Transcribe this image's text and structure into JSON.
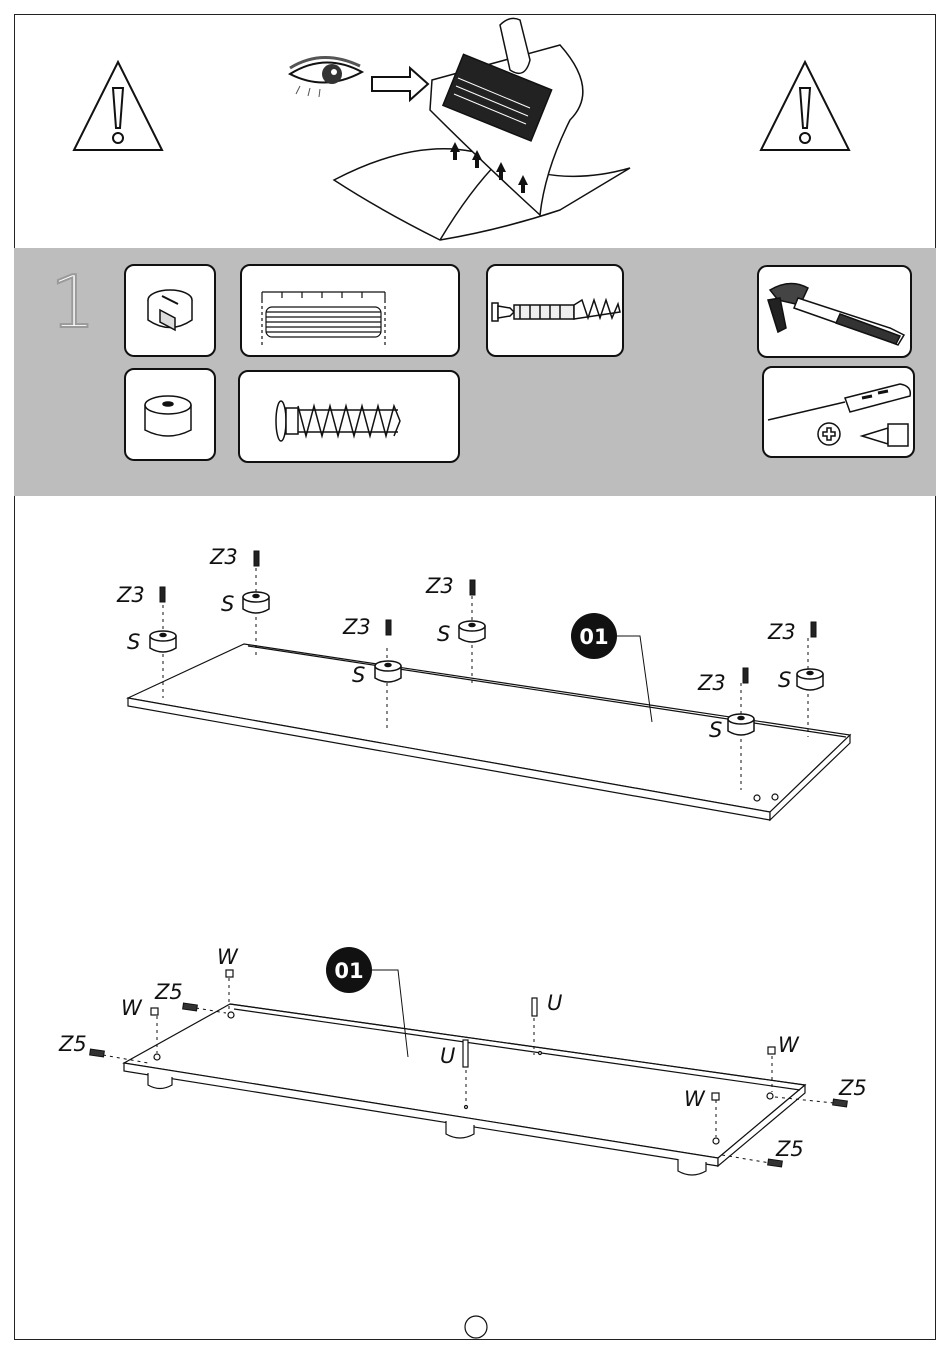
{
  "step": {
    "number": "1"
  },
  "parts": [
    {
      "name": "cam-lock"
    },
    {
      "name": "wooden-dowel"
    },
    {
      "name": "cam-bolt"
    },
    {
      "name": "plastic-spacer"
    },
    {
      "name": "screw"
    }
  ],
  "tools": [
    "hammer",
    "screwdriver"
  ],
  "diagram_top": {
    "panel_badge": "01",
    "labels": {
      "z3_1": "Z3",
      "s_1": "S",
      "z3_2": "Z3",
      "s_2": "S",
      "z3_3": "Z3",
      "s_3": "S",
      "z3_4": "Z3",
      "s_4": "S",
      "z3_5": "Z3",
      "s_5": "S",
      "z3_6": "Z3",
      "s_6": "S"
    }
  },
  "diagram_bottom": {
    "panel_badge": "01",
    "labels": {
      "w_1": "W",
      "w_2": "W",
      "w_3": "W",
      "w_4": "W",
      "z5_1": "Z5",
      "z5_2": "Z5",
      "z5_3": "Z5",
      "z5_4": "Z5",
      "u_1": "U",
      "u_2": "U"
    }
  }
}
